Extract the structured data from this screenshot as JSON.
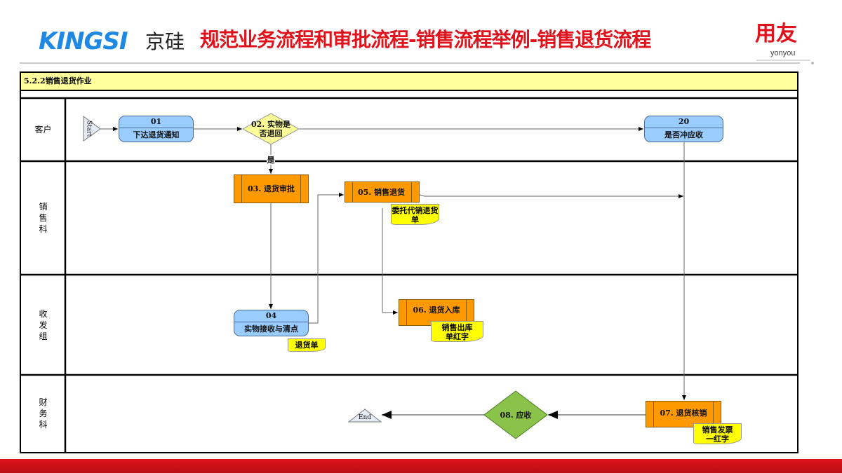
{
  "header": {
    "logo": "KINGSI",
    "logo_cn": "京硅",
    "title": "规范业务流程和审批流程-销售流程举例-销售退货流程",
    "brand": "用友",
    "brand_en": "yonyou"
  },
  "section": "5.2.2销售退货作业",
  "lanes": [
    "客户",
    "销\n售\n科",
    "收\n发\n组",
    "财\n务\n科"
  ],
  "nodes": {
    "start": "Start",
    "end": "End",
    "n01": {
      "num": "01",
      "label": "下达退货通知"
    },
    "n02": "02. 实物是否退回",
    "n20": {
      "num": "20",
      "label": "是否冲应收"
    },
    "n03": "03. 退货审批",
    "n05": "05. 销售退货",
    "n04": {
      "num": "04",
      "label": "实物接收与清点"
    },
    "n06": "06. 退货入库",
    "n07": "07. 退货核销",
    "n08": "08. 应收"
  },
  "docs": {
    "d05": "委托代销退货单",
    "d04": "退货单",
    "d06": "销售出库单红字",
    "d07": "销售发票一红字"
  },
  "edge_yes": "是",
  "colors": {
    "brand_red": "#e0121b",
    "process": "#ff9900",
    "task": "#99ccff",
    "decision": "#ffff99",
    "doc": "#ffff00",
    "end_decision": "#8bc34a"
  }
}
